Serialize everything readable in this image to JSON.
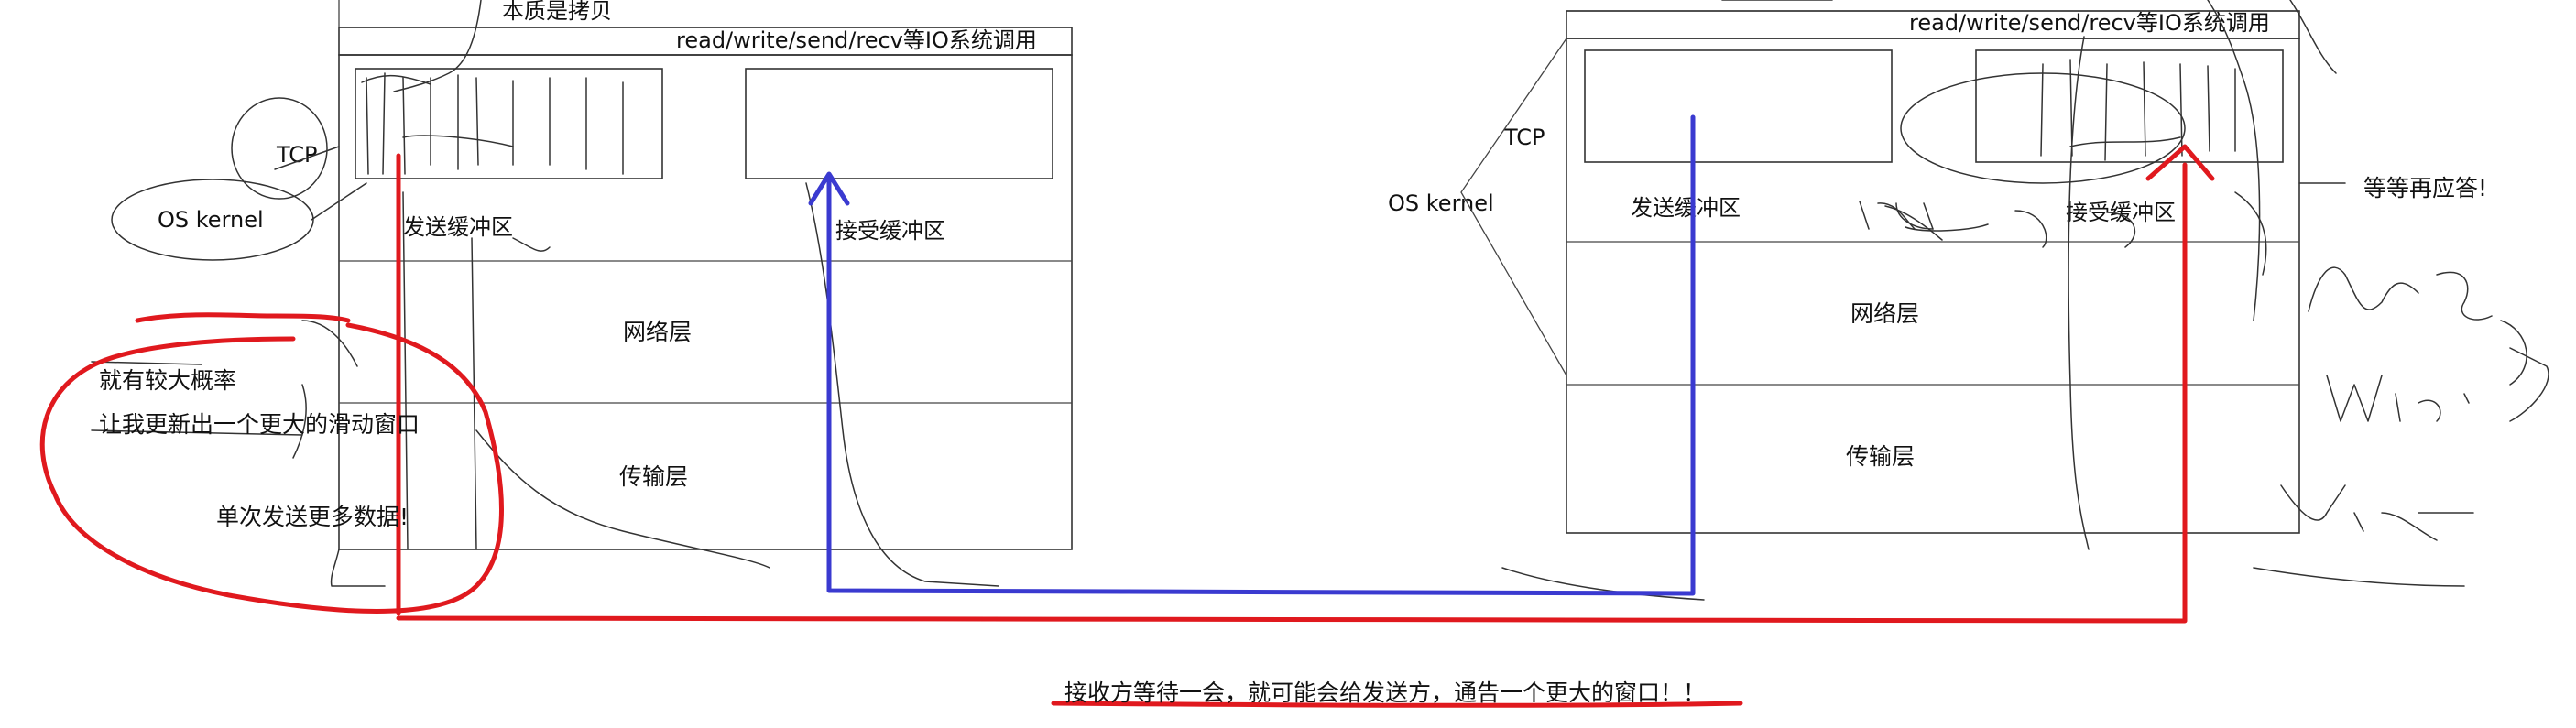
{
  "left": {
    "top_label": "本质是拷贝",
    "syscall_label": "read/write/send/recv等IO系统调用",
    "tcp_label": "TCP",
    "os_kernel_label": "OS kernel",
    "send_buffer_label": "发送缓冲区",
    "recv_buffer_label": "接受缓冲区",
    "network_layer_label": "网络层",
    "transport_layer_label": "传输层"
  },
  "right": {
    "syscall_label": "read/write/send/recv等IO系统调用",
    "tcp_label": "TCP",
    "os_kernel_label": "OS kernel",
    "send_buffer_label": "发送缓冲区",
    "recv_buffer_label": "接受缓冲区",
    "network_layer_label": "网络层",
    "transport_layer_label": "传输层"
  },
  "annotations": {
    "probability": "就有较大概率",
    "bigger_window": "让我更新出一个更大的滑动窗口",
    "send_more": "单次发送更多数据!",
    "wait_reply": "等等再应答!",
    "bottom_note": "接收方等待一会，就可能会给发送方，通告一个更大的窗口！！"
  },
  "colors": {
    "red_annotation": "#e0191e",
    "blue_arrow": "#3a3ad0",
    "box_stroke": "#333333"
  }
}
